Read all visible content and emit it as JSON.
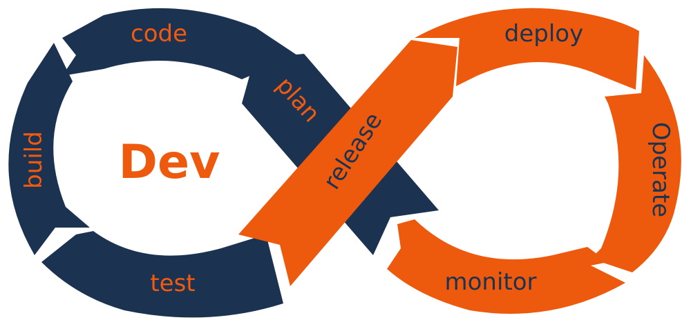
{
  "title": "Dev",
  "labels": {
    "code": "code",
    "build": "build",
    "test": "test",
    "plan": "plan",
    "release": "release",
    "deploy": "deploy",
    "operate": "Operate",
    "monitor": "monitor"
  },
  "colors": {
    "navy": "#1b3250",
    "orange": "#ee5a0d",
    "background": "#ffffff"
  }
}
